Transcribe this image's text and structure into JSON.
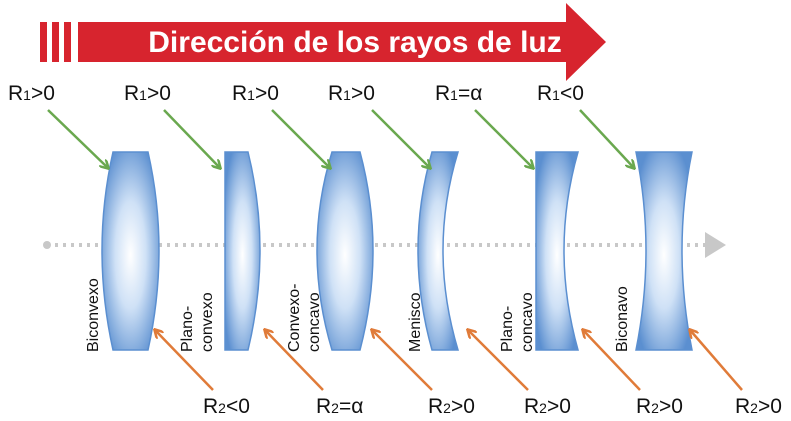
{
  "banner": {
    "title": "Dirección de los rayos de luz",
    "color": "#d7242e"
  },
  "colors": {
    "lens_edge": "#5b8fd0",
    "lens_center": "#ffffff",
    "arrow_top": "#6aa84f",
    "arrow_bottom": "#e07b39",
    "axis": "#c8c8c8"
  },
  "lenses": [
    {
      "name": "Biconvexo",
      "name_lines": [
        "Biconvexo"
      ],
      "r1": {
        "base": "R",
        "sub": "1",
        "rel": ">0"
      },
      "r2": {
        "base": "R",
        "sub": "2",
        "rel": "<0"
      }
    },
    {
      "name": "Plano-convexo",
      "name_lines": [
        "Plano-",
        "convexo"
      ],
      "r1": {
        "base": "R",
        "sub": "1",
        "rel": ">0"
      },
      "r2": {
        "base": "R",
        "sub": "2",
        "rel": "=α"
      }
    },
    {
      "name": "Convexo-concavo",
      "name_lines": [
        "Convexo-",
        "concavo"
      ],
      "r1": {
        "base": "R",
        "sub": "1",
        "rel": ">0"
      },
      "r2": {
        "base": "R",
        "sub": "2",
        "rel": ">0"
      }
    },
    {
      "name": "Menisco",
      "name_lines": [
        "Menisco"
      ],
      "r1": {
        "base": "R",
        "sub": "1",
        "rel": ">0"
      },
      "r2": {
        "base": "R",
        "sub": "2",
        "rel": ">0"
      }
    },
    {
      "name": "Plano-concavo",
      "name_lines": [
        "Plano-",
        "concavo"
      ],
      "r1": {
        "base": "R",
        "sub": "1",
        "rel": "=α"
      },
      "r2": {
        "base": "R",
        "sub": "2",
        "rel": ">0"
      }
    },
    {
      "name": "Biconavo",
      "name_lines": [
        "Biconavo"
      ],
      "r1": {
        "base": "R",
        "sub": "1",
        "rel": "<0"
      },
      "r2": {
        "base": "R",
        "sub": "2",
        "rel": ">0"
      }
    }
  ]
}
